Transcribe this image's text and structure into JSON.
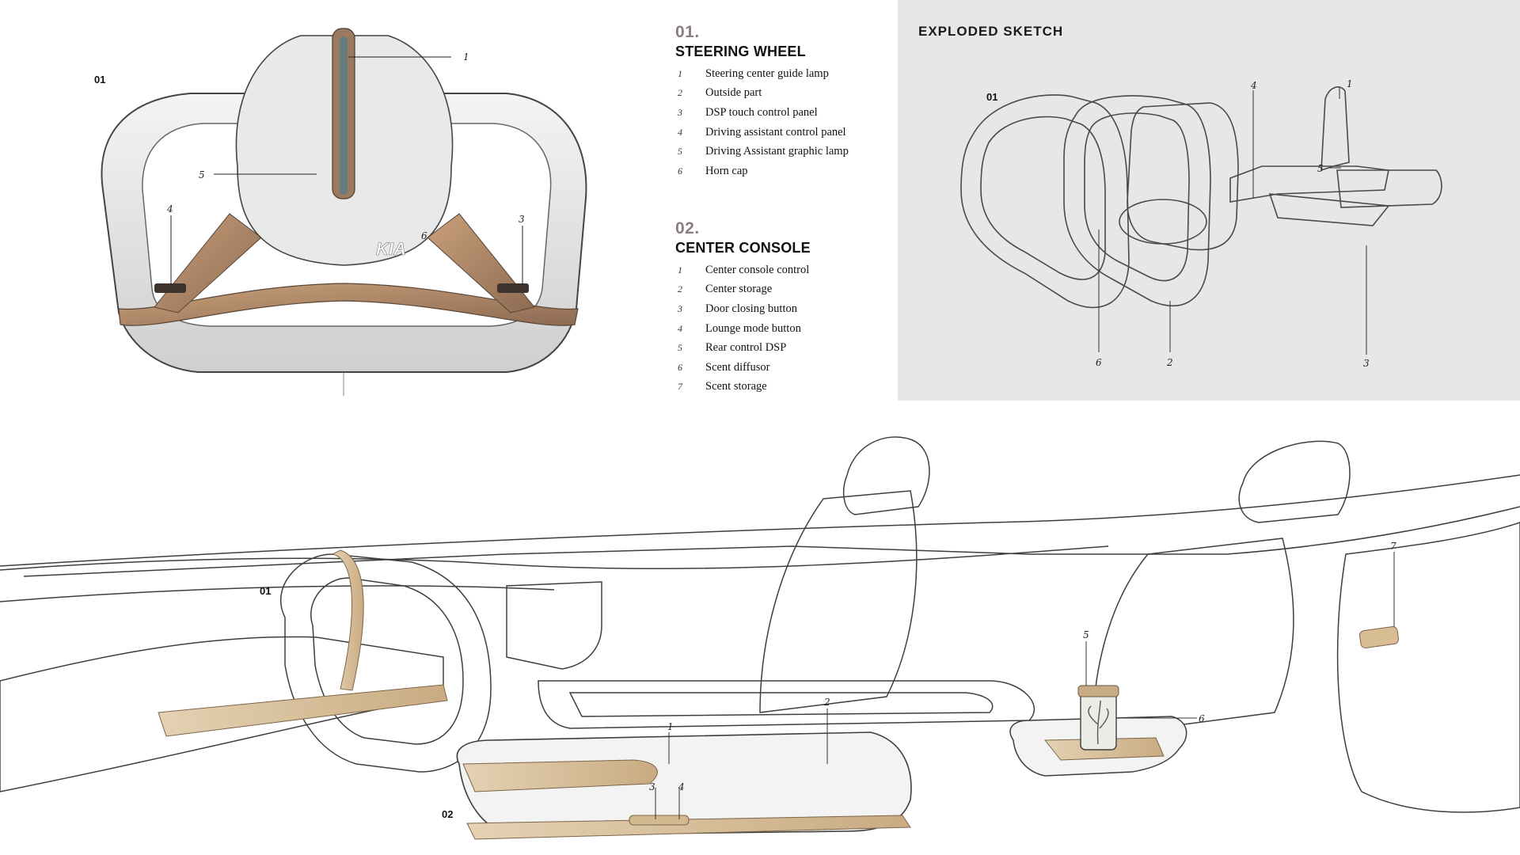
{
  "steering_wheel_sketch": {
    "ref_label": "01",
    "callouts": [
      "1",
      "5",
      "4",
      "3",
      "6"
    ],
    "logo": "KIA"
  },
  "section_1": {
    "number": "01.",
    "title": "STEERING WHEEL",
    "items": [
      {
        "n": "1",
        "label": "Steering center guide lamp"
      },
      {
        "n": "2",
        "label": "Outside part"
      },
      {
        "n": "3",
        "label": "DSP touch control panel"
      },
      {
        "n": "4",
        "label": "Driving assistant control panel"
      },
      {
        "n": "5",
        "label": "Driving Assistant graphic lamp"
      },
      {
        "n": "6",
        "label": "Horn cap"
      }
    ]
  },
  "section_2": {
    "number": "02.",
    "title": "CENTER CONSOLE",
    "items": [
      {
        "n": "1",
        "label": "Center console control"
      },
      {
        "n": "2",
        "label": "Center storage"
      },
      {
        "n": "3",
        "label": "Door closing button"
      },
      {
        "n": "4",
        "label": "Lounge mode button"
      },
      {
        "n": "5",
        "label": "Rear control DSP"
      },
      {
        "n": "6",
        "label": "Scent diffusor"
      },
      {
        "n": "7",
        "label": "Scent storage"
      }
    ]
  },
  "exploded": {
    "title": "EXPLODED SKETCH",
    "ref_label": "01",
    "callouts": [
      "4",
      "1",
      "5",
      "6",
      "2",
      "3"
    ]
  },
  "interior": {
    "ref_wheel": "01",
    "ref_console": "02",
    "callouts": [
      "7",
      "5",
      "6",
      "2",
      "1",
      "3",
      "4"
    ]
  },
  "colors": {
    "accent_bronze": "#b78e64",
    "sand": "#d9c29e",
    "panel_grey": "#e7e7e7",
    "line": "#4a4a4a"
  }
}
